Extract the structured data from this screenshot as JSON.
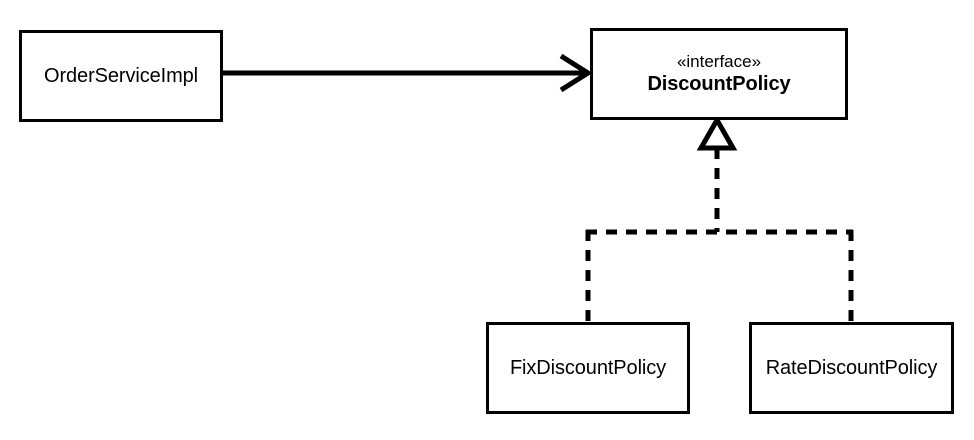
{
  "diagram": {
    "type": "uml-class-diagram",
    "background_color": "#ffffff",
    "line_color": "#000000",
    "nodes": {
      "order_service_impl": {
        "name": "OrderServiceImpl",
        "kind": "class"
      },
      "discount_policy": {
        "stereotype": "«interface»",
        "name": "DiscountPolicy",
        "kind": "interface"
      },
      "fix_discount_policy": {
        "name": "FixDiscountPolicy",
        "kind": "class"
      },
      "rate_discount_policy": {
        "name": "RateDiscountPolicy",
        "kind": "class"
      }
    },
    "edges": [
      {
        "id": "association",
        "from": "order_service_impl",
        "to": "discount_policy",
        "style": "solid",
        "arrowhead": "open-arrow"
      },
      {
        "id": "realization-fix",
        "from": "fix_discount_policy",
        "to": "discount_policy",
        "style": "dashed",
        "arrowhead": "hollow-triangle"
      },
      {
        "id": "realization-rate",
        "from": "rate_discount_policy",
        "to": "discount_policy",
        "style": "dashed",
        "arrowhead": "hollow-triangle"
      }
    ]
  }
}
